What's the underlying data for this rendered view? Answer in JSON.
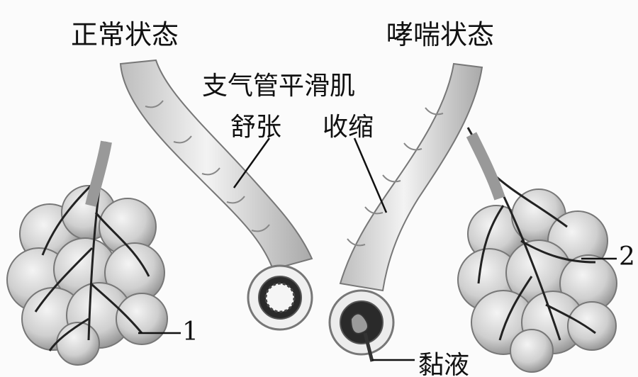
{
  "labels": {
    "normal_state": "正常状态",
    "asthma_state": "哮喘状态",
    "smooth_muscle": "支气管平滑肌",
    "relaxed": "舒张",
    "contracted": "收缩",
    "mucus": "黏液",
    "marker_1": "1",
    "marker_2": "2"
  }
}
